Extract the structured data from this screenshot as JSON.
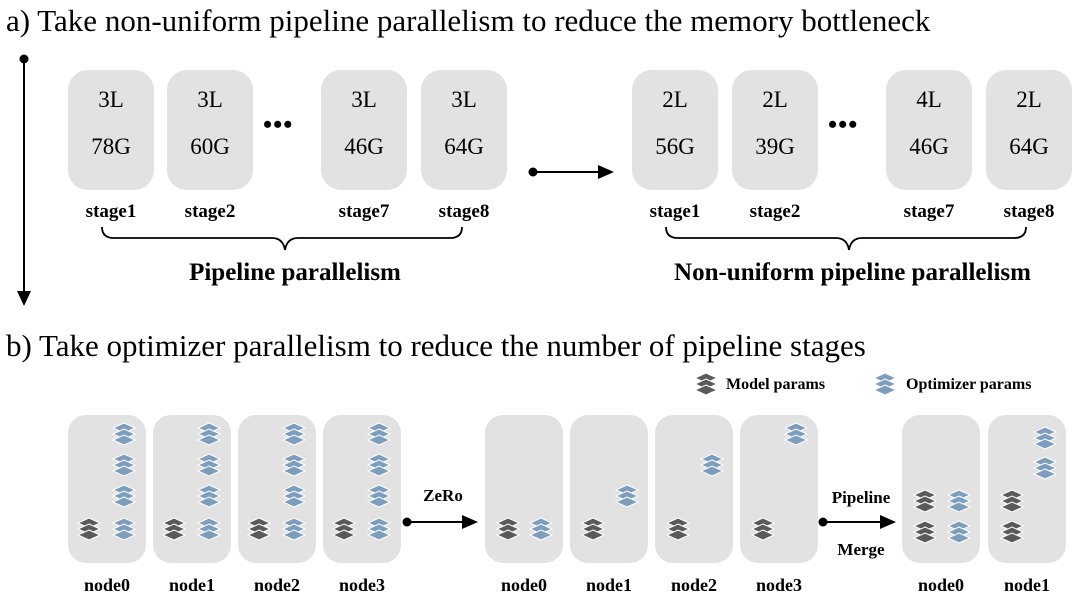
{
  "section_a": {
    "heading": "a)  Take non-uniform pipeline parallelism to reduce the memory bottleneck",
    "left": {
      "stages": [
        {
          "layers": "3L",
          "memory": "78G",
          "label": "stage1"
        },
        {
          "layers": "3L",
          "memory": "60G",
          "label": "stage2"
        },
        {
          "layers": "3L",
          "memory": "46G",
          "label": "stage7"
        },
        {
          "layers": "3L",
          "memory": "64G",
          "label": "stage8"
        }
      ],
      "caption": "Pipeline parallelism"
    },
    "right": {
      "stages": [
        {
          "layers": "2L",
          "memory": "56G",
          "label": "stage1"
        },
        {
          "layers": "2L",
          "memory": "39G",
          "label": "stage2"
        },
        {
          "layers": "4L",
          "memory": "46G",
          "label": "stage7"
        },
        {
          "layers": "2L",
          "memory": "64G",
          "label": "stage8"
        }
      ],
      "caption": "Non-uniform pipeline parallelism"
    },
    "ellipsis": "•••"
  },
  "section_b": {
    "heading": "b)  Take optimizer parallelism to reduce the number of pipeline stages",
    "legend": {
      "model": "Model params",
      "optimizer": "Optimizer params"
    },
    "colors": {
      "model": "#5a5a5a",
      "optimizer": "#7d9dbf"
    },
    "arrow1_label": "ZeRo",
    "arrow2_label_top": "Pipeline",
    "arrow2_label_bottom": "Merge",
    "group1": [
      "node0",
      "node1",
      "node2",
      "node3"
    ],
    "group2": [
      "node0",
      "node1",
      "node2",
      "node3"
    ],
    "group3": [
      "node0",
      "node1"
    ]
  }
}
